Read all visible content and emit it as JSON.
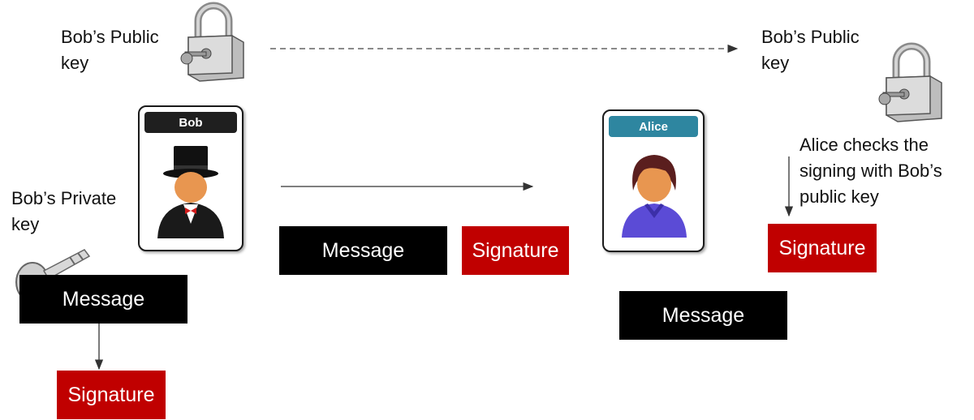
{
  "labels": {
    "bob_public_key_left": "Bob’s Public\nkey",
    "bob_public_key_right": "Bob’s Public\nkey",
    "bob_private_key": "Bob’s Private\nkey",
    "alice_checks": "Alice checks the\nsigning with Bob’s\npublic key"
  },
  "cards": {
    "bob": {
      "name": "Bob",
      "header_color": "#1f1f1f"
    },
    "alice": {
      "name": "Alice",
      "header_color": "#2e86a0"
    }
  },
  "boxes": {
    "message_left": "Message",
    "signature_left": "Signature",
    "message_middle": "Message",
    "signature_middle": "Signature",
    "message_right": "Message",
    "signature_right": "Signature"
  },
  "colors": {
    "message_bg": "#000000",
    "signature_bg": "#c00000"
  },
  "icons": [
    "padlock-icon",
    "padlock-icon",
    "key-icon",
    "bob-avatar-icon",
    "alice-avatar-icon"
  ]
}
